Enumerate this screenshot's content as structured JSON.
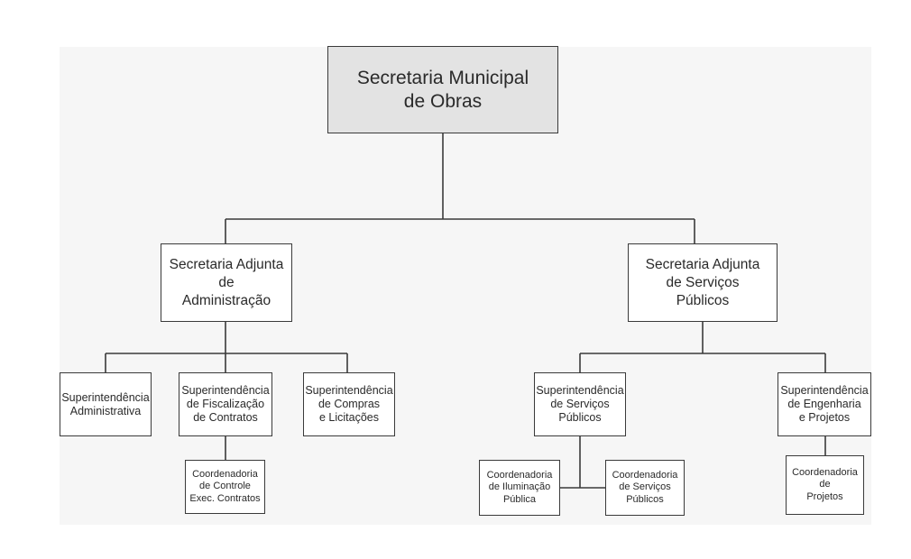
{
  "chart": {
    "root": {
      "label": "Secretaria Municipal\nde Obras"
    },
    "adj_admin": {
      "label": "Secretaria Adjunta\nde\nAdministração"
    },
    "adj_servicos": {
      "label": "Secretaria Adjunta\nde Serviços\nPúblicos"
    },
    "sup_administrativa": {
      "label": "Superintendência\nAdministrativa"
    },
    "sup_fiscalizacao": {
      "label": "Superintendência\nde Fiscalização\nde Contratos"
    },
    "sup_compras": {
      "label": "Superintendência\nde Compras\ne Licitações"
    },
    "coord_controle": {
      "label": "Coordenadoria\nde Controle\nExec. Contratos"
    },
    "sup_servicos": {
      "label": "Superintendência\nde Serviços\nPúblicos"
    },
    "sup_engenharia": {
      "label": "Superintendência\nde Engenharia\ne Projetos"
    },
    "coord_iluminacao": {
      "label": "Coordenadoria\nde Iluminação\nPública"
    },
    "coord_servicos": {
      "label": "Coordenadoria\nde Serviços\nPúblicos"
    },
    "coord_projetos": {
      "label": "Coordenadoria\nde\nProjetos"
    }
  }
}
